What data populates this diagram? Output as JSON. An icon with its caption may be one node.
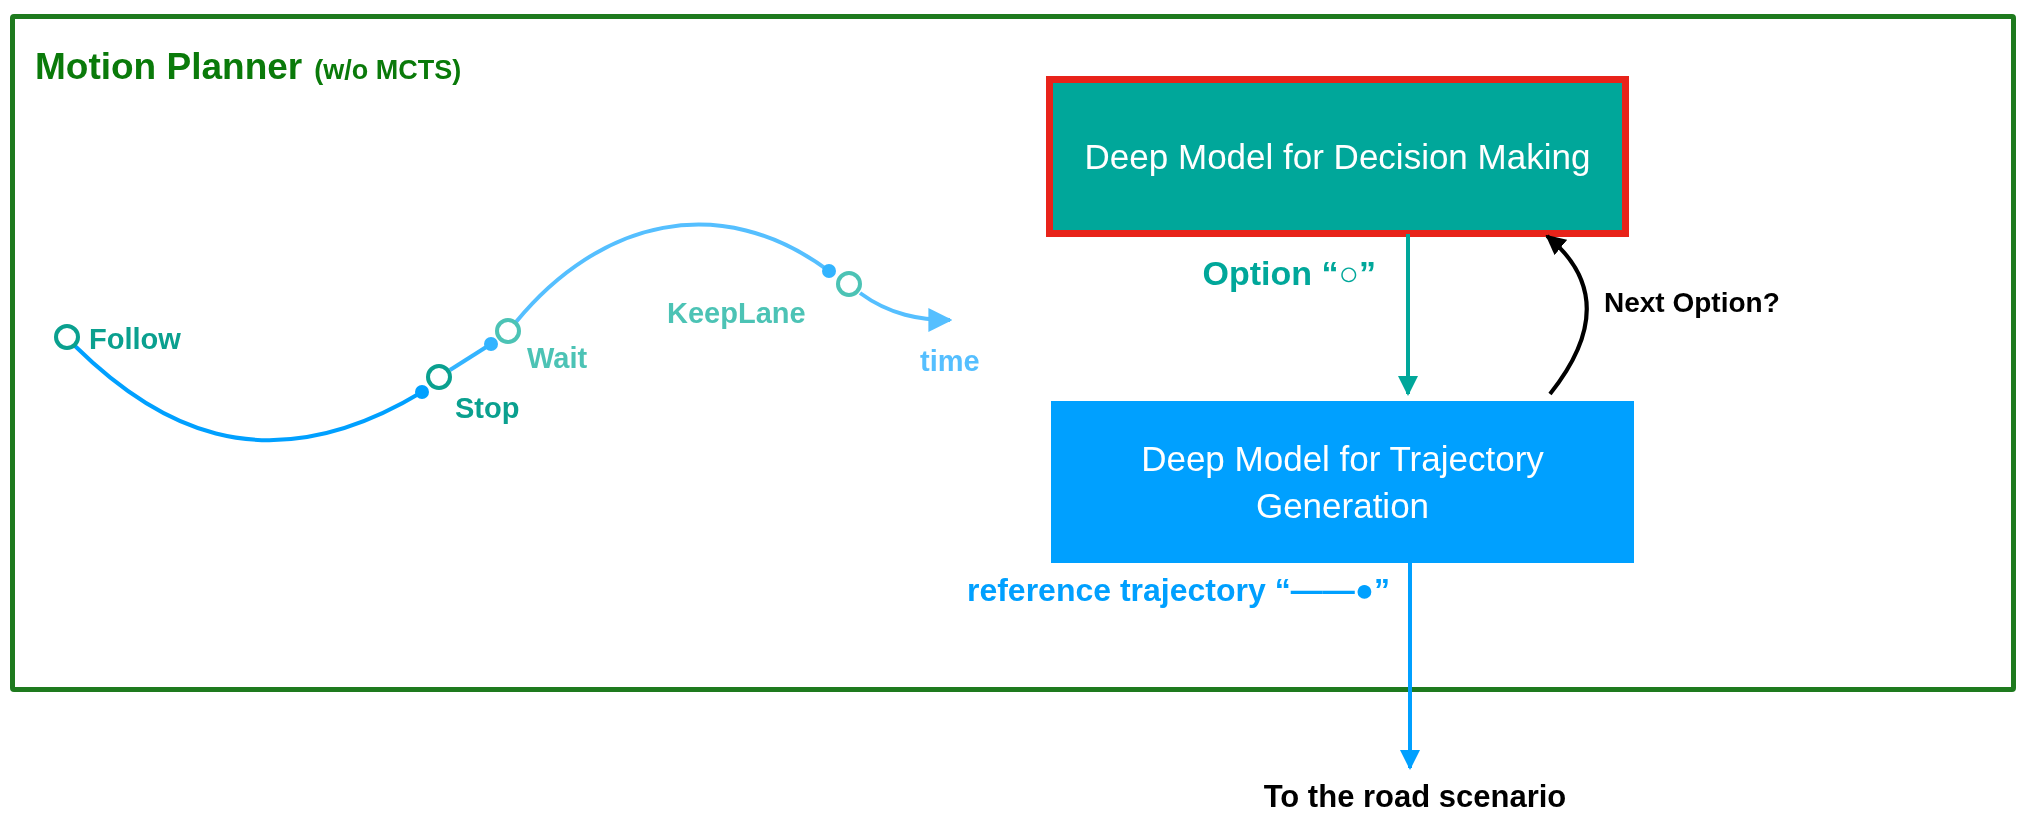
{
  "diagram": {
    "nodes": [
      {
        "text": [
          "Motion Planner",
          "(w/o MCTS)"
        ]
      },
      {
        "text": [
          "Deep Model for Decision Making"
        ],
        "in": 0
      },
      {
        "text": [
          "Deep Model for Trajectory Generation"
        ],
        "in": 0
      },
      {
        "text": [
          "To the road scenario"
        ]
      }
    ],
    "edges": [
      {
        "from": 1,
        "to": 2,
        "arrow": "to",
        "label": "Option “○”",
        "color": "#00a79a"
      },
      {
        "from": 2,
        "to": 1,
        "arrow": "to",
        "label": "Next Option?",
        "color": "#000000"
      },
      {
        "from": 2,
        "to": 3,
        "arrow": "to",
        "label": "reference trajectory “——●”",
        "color": "#00a0ff"
      }
    ],
    "labels": [
      "Follow",
      "Stop",
      "Wait",
      "KeepLane",
      "time"
    ]
  }
}
